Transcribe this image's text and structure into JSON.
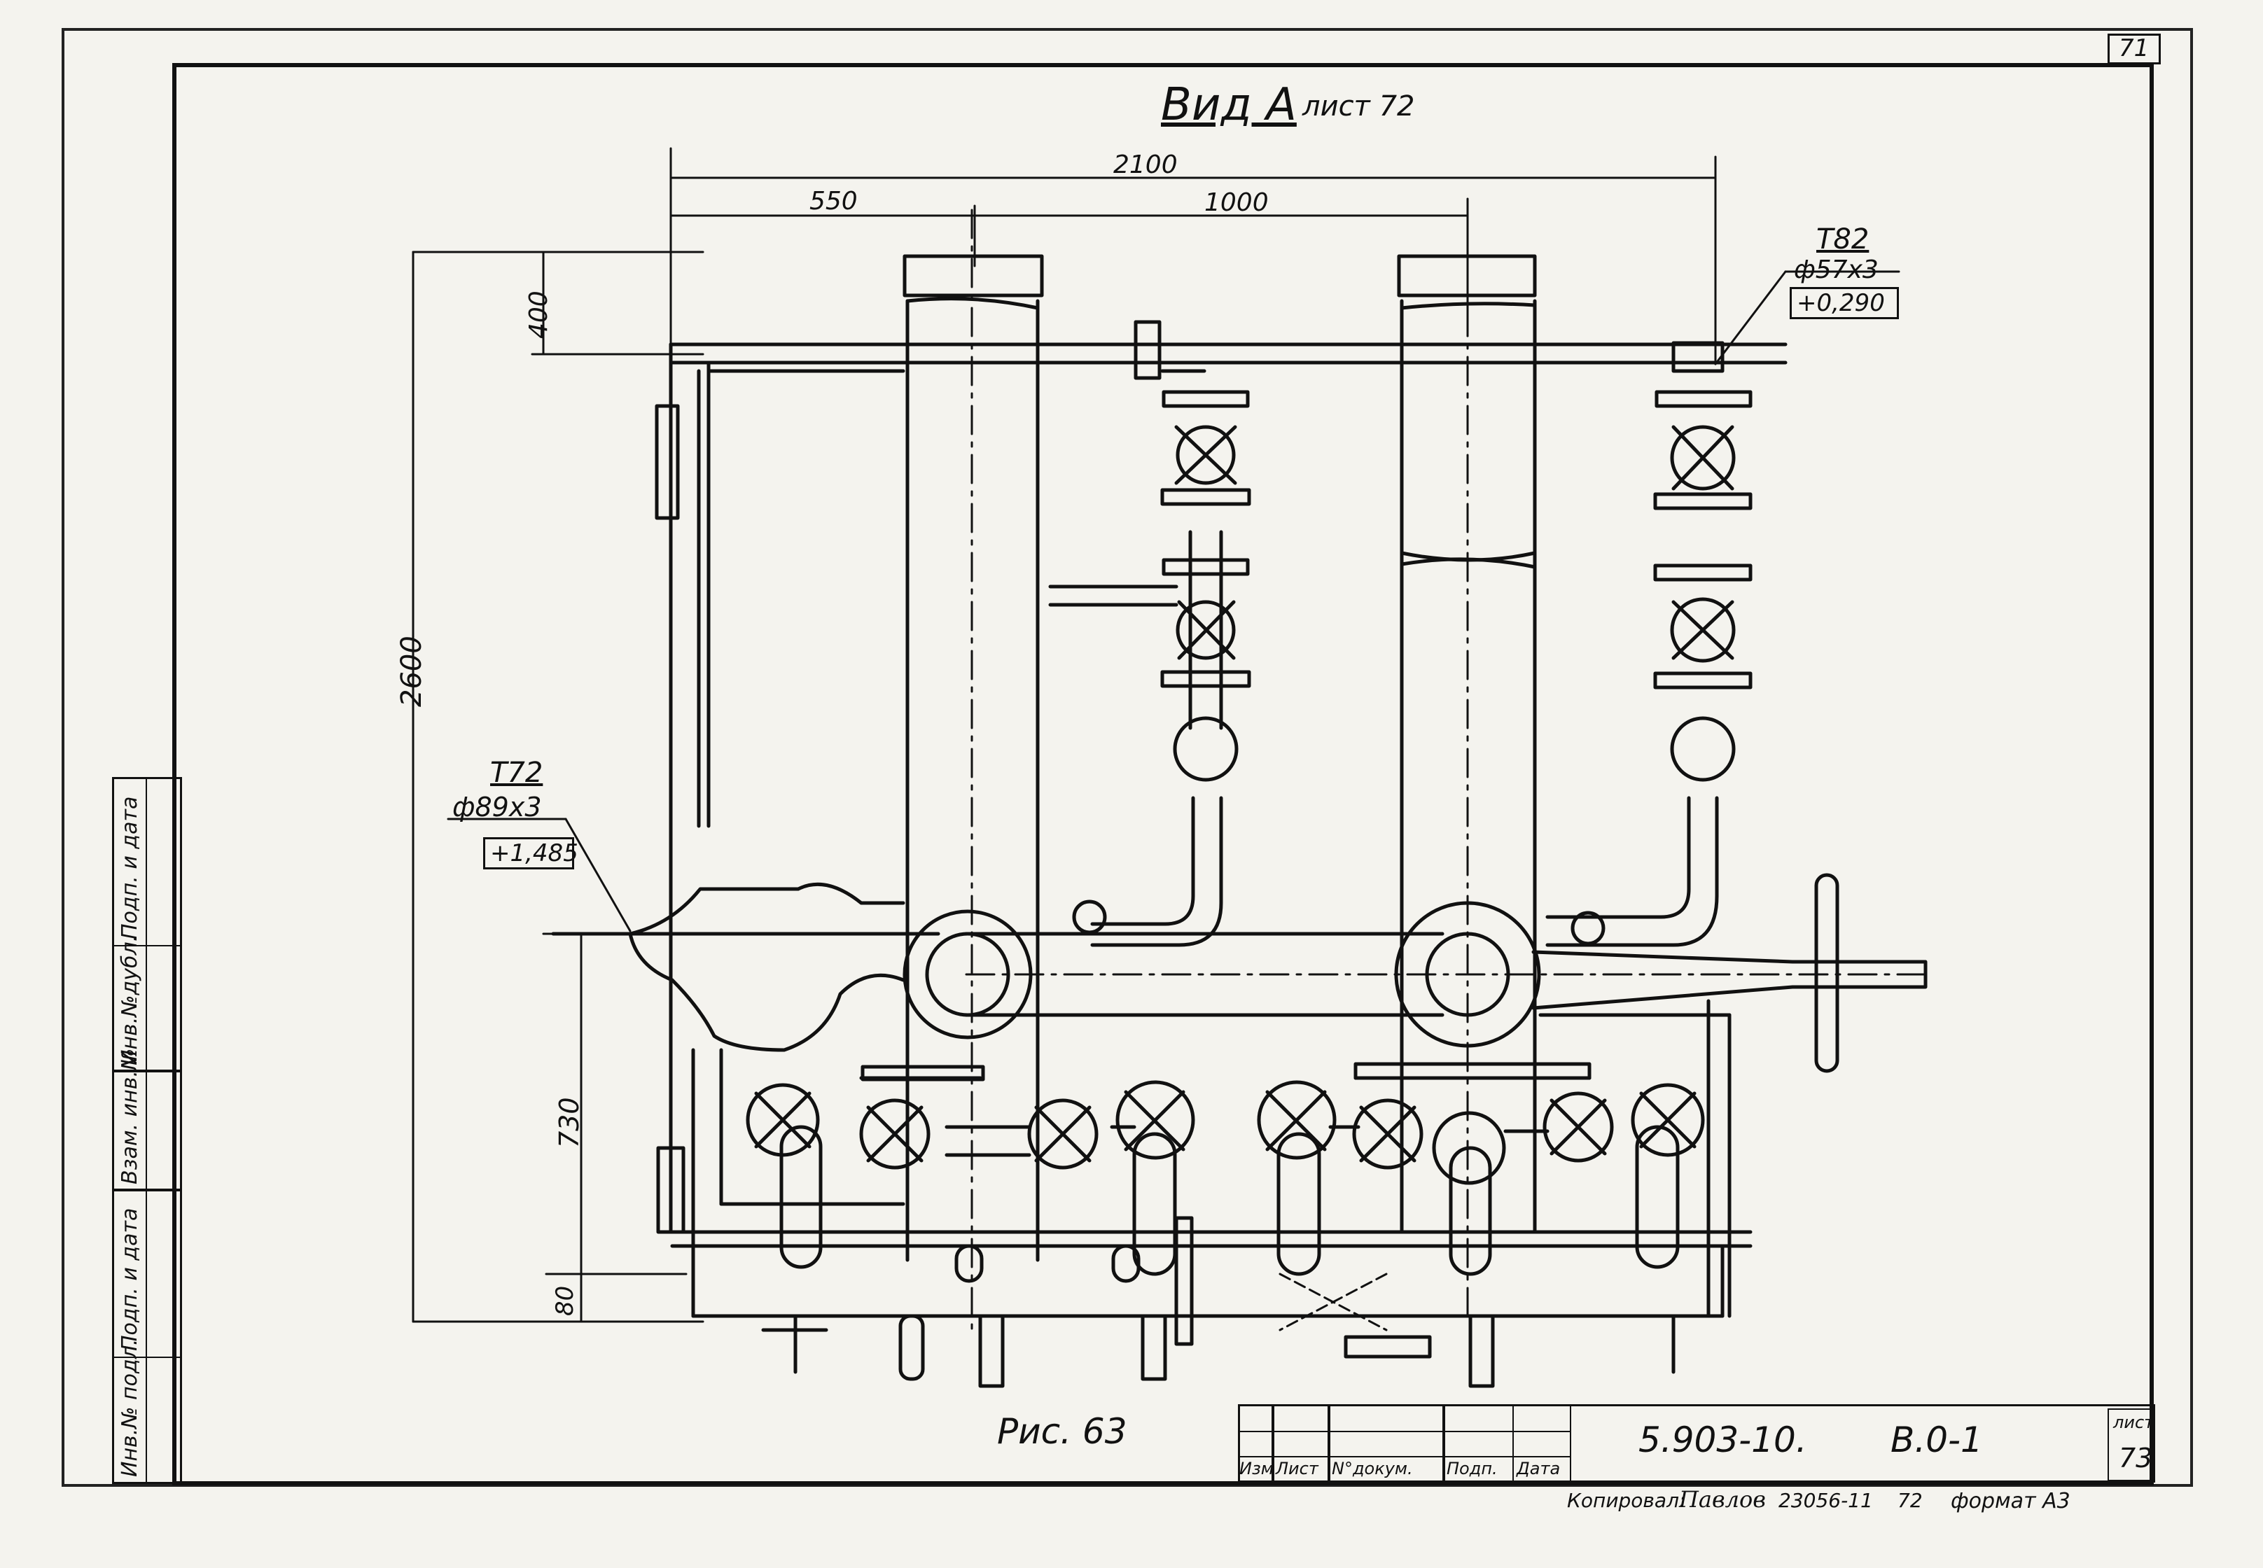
{
  "sheet_number_top": "71",
  "view_title": "Вид А",
  "view_ref": "лист 72",
  "dimensions": {
    "d2100": "2100",
    "d550": "550",
    "d1000": "1000",
    "d400": "400",
    "d2600": "2600",
    "d730": "730",
    "d80": "80"
  },
  "callout_left": {
    "tag": "Т72",
    "pipe": "ф89x3",
    "elevation": "+1,485"
  },
  "callout_right": {
    "tag": "Т82",
    "pipe": "ф57x3",
    "elevation": "+0,290"
  },
  "figure_caption": "Рис. 63",
  "title_block": {
    "doc_code": "5.903-10.",
    "sheet_code": "В.0-1",
    "sheet_label": "лист",
    "sheet_number": "73",
    "headers": [
      "Изм",
      "Лист",
      "N°докум.",
      "Подп.",
      "Дата"
    ],
    "copied_by": "Копировал:",
    "copier_signature": "Павлов",
    "order": "23056-11",
    "order_year": "72",
    "format": "формат А3"
  },
  "side_stamp": [
    "Инв.№ подл.",
    "Подп. и дата",
    "Взам. инв.№",
    "Инв.№дубл.",
    "Подп. и дата"
  ]
}
